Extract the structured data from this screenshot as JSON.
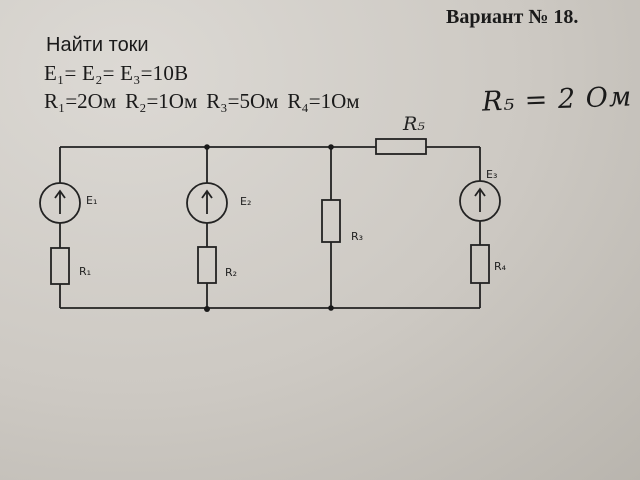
{
  "header": {
    "variant": "Вариант № 18."
  },
  "task": {
    "find": "Найти токи",
    "emf_line": "E₁= E₂= E₃=10В",
    "resistors": [
      "R₁=2Ом",
      "R₂=1Ом",
      "R₃=5Ом",
      "R₄=1Ом"
    ],
    "handwritten_r5": "R₅ = 2 Ом"
  },
  "circuit": {
    "labels": {
      "e1": "E₁",
      "e2": "E₂",
      "e3": "E₃",
      "r1": "R₁",
      "r2": "R₂",
      "r3": "R₃",
      "r4": "R₄",
      "r5_handwritten": "R₅"
    }
  },
  "colors": {
    "paper": "#cfcbc6",
    "ink": "#1a1a1a"
  },
  "icons": {
    "source_arrow": "up-arrow-icon"
  }
}
